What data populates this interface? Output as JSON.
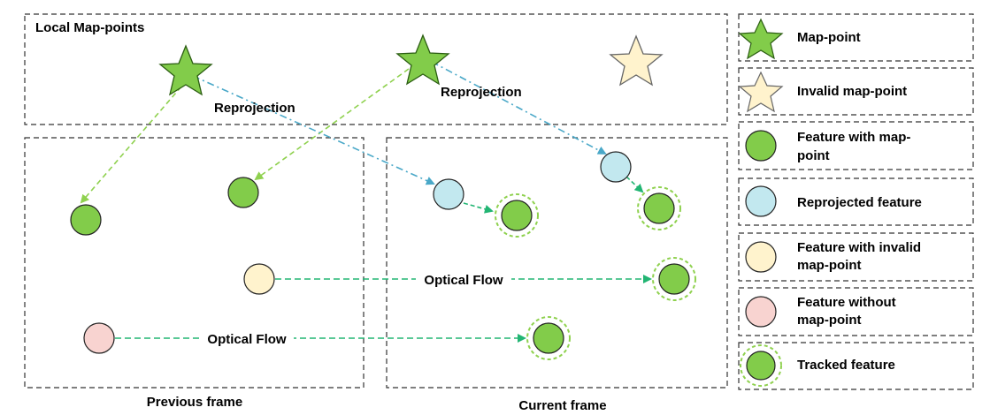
{
  "labels": {
    "local_map_points": "Local Map-points",
    "reprojection": "Reprojection",
    "optical_flow": "Optical Flow",
    "previous_frame": "Previous frame",
    "current_frame": "Current frame"
  },
  "legend": [
    {
      "kind": "map-point",
      "line1": "Map-point",
      "line2": ""
    },
    {
      "kind": "invalid-map-point",
      "line1": "Invalid map-point",
      "line2": ""
    },
    {
      "kind": "feature-with-map-point",
      "line1": "Feature with map-",
      "line2": "point"
    },
    {
      "kind": "reprojected-feature",
      "line1": "Reprojected feature",
      "line2": ""
    },
    {
      "kind": "feature-with-invalid-map-point",
      "line1": "Feature with invalid",
      "line2": "map-point"
    },
    {
      "kind": "feature-without-map-point",
      "line1": "Feature without",
      "line2": "map-point"
    },
    {
      "kind": "tracked-feature",
      "line1": "Tracked feature",
      "line2": ""
    }
  ],
  "colors": {
    "green": "#82cc4a",
    "green_stroke": "#2b5d12",
    "tracked_ring": "#8fd14f",
    "cyan": "#c2e8ef",
    "cream": "#fff3cd",
    "pink": "#f8d3d0",
    "invalid_star": "#fff3cd",
    "arrow_green": "#8fd14f",
    "arrow_blue": "#4aa8c8",
    "arrow_flow": "#22b573"
  }
}
